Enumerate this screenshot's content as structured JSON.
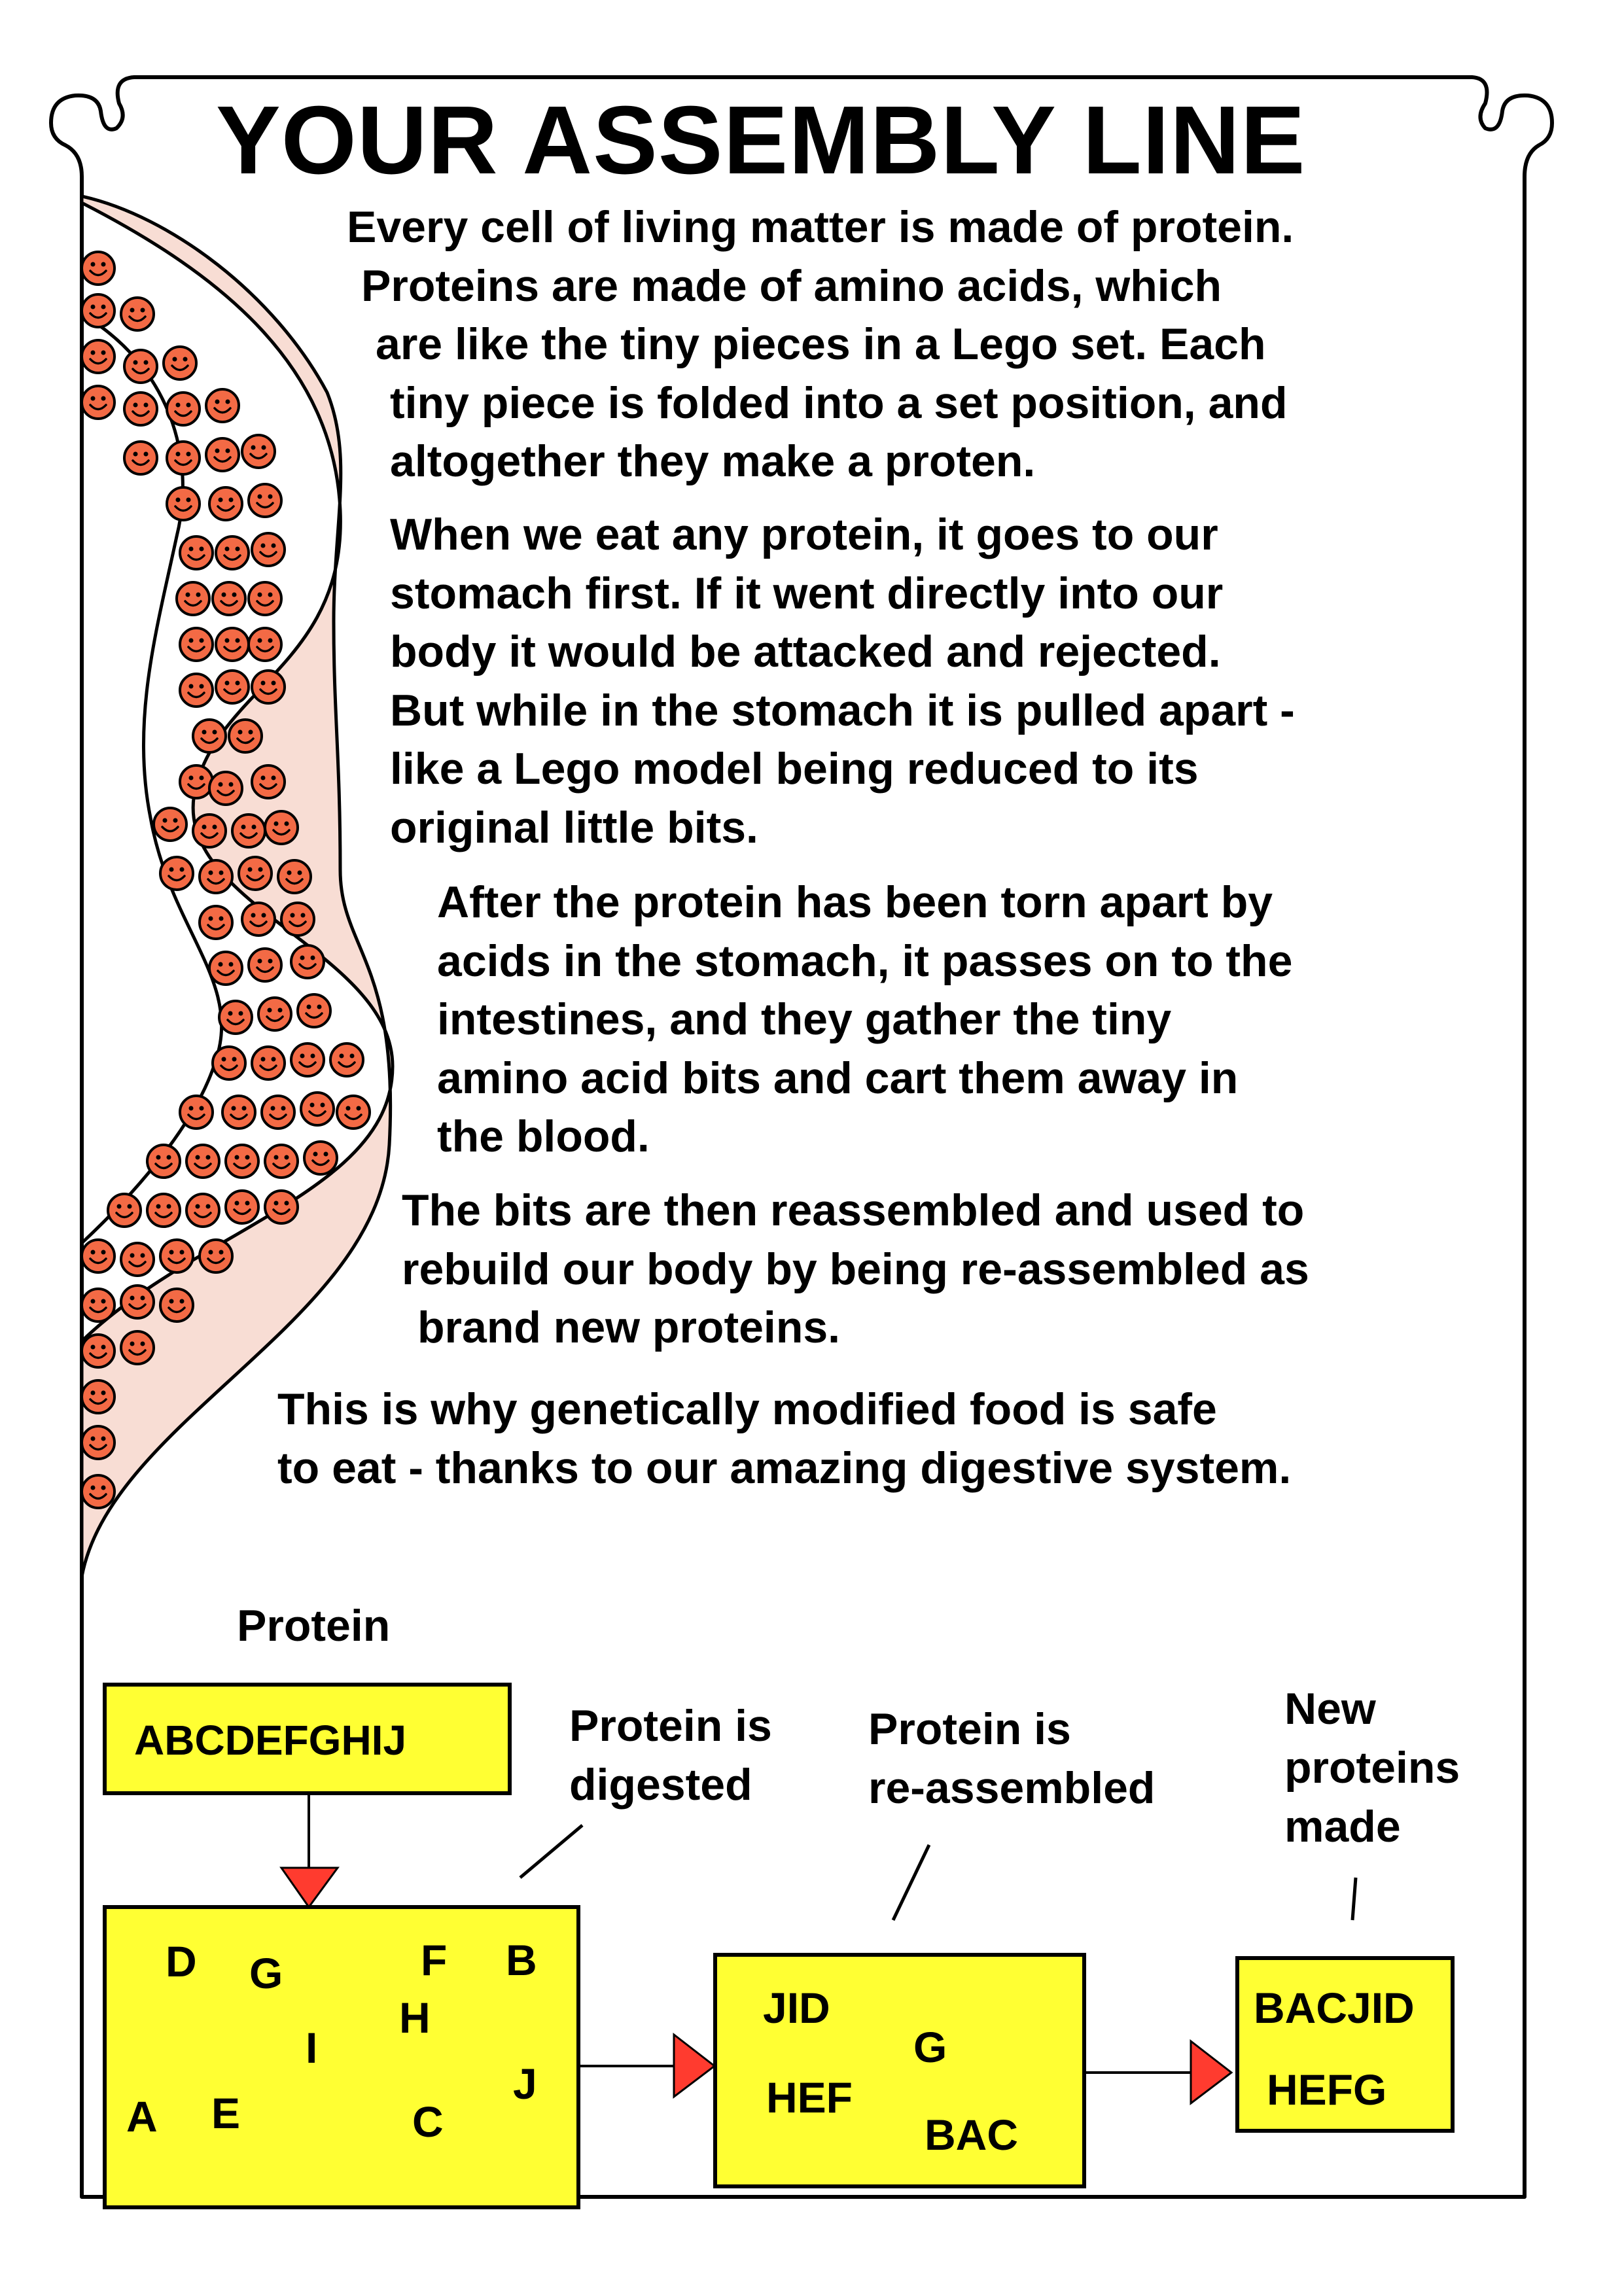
{
  "title": "YOUR ASSEMBLY LINE",
  "paragraphs": [
    {
      "lines": [
        "Every cell of living matter is made of protein.",
        "Proteins are made of amino acids, which",
        "are like the tiny pieces in a Lego set. Each",
        "tiny piece is folded into a set position, and",
        "altogether they make a proten."
      ]
    },
    {
      "lines": [
        "When we eat any protein, it goes to our",
        "stomach first. If it went directly into our",
        "body it would be attacked and rejected.",
        "But while in the stomach it is pulled apart -",
        "like a Lego model being reduced to its",
        "original little bits."
      ]
    },
    {
      "lines": [
        "After the protein has been torn apart by",
        "acids in the stomach, it passes on to the",
        "intestines, and they gather the tiny",
        "amino acid bits and cart them away in",
        "the blood."
      ]
    },
    {
      "lines": [
        "The bits are then reassembled and used to",
        "rebuild our body by being re-assembled as",
        "brand new proteins."
      ]
    },
    {
      "lines": [
        "This is why genetically modified food is safe",
        "to eat - thanks to our amazing digestive system."
      ]
    }
  ],
  "diagram": {
    "protein_label": "Protein",
    "protein_sequence": "ABCDEFGHIJ",
    "digested_label": [
      "Protein is",
      "digested"
    ],
    "reassembled_label": [
      "Protein is",
      "re-assembled"
    ],
    "new_label": [
      "New",
      "proteins",
      "made"
    ],
    "digested_letters": [
      "D",
      "G",
      "F",
      "B",
      "H",
      "I",
      "J",
      "A",
      "E",
      "C"
    ],
    "reassembled_groups": [
      "JID",
      "G",
      "HEF",
      "BAC"
    ],
    "new_proteins": [
      "BACJID",
      "HEFG"
    ],
    "colors": {
      "box_fill": "#ffff33",
      "arrow_fill": "#ff3b2f",
      "vessel_fill": "#f8ddd4",
      "cell_fill": "#f36a45"
    }
  }
}
